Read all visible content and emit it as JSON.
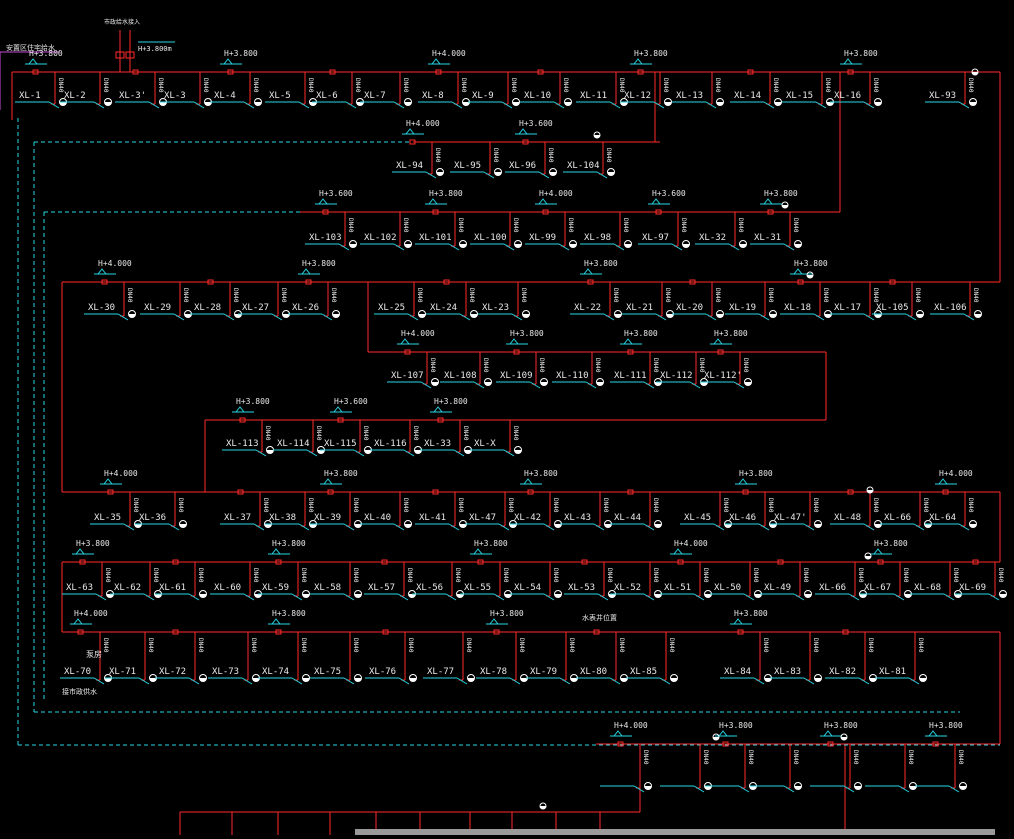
{
  "drawing": {
    "header_title": "安置区住宅给水",
    "top_note": "市政给水接入",
    "colors": {
      "background": "#000000",
      "pipe": "#ff2a2a",
      "leader": "#27d7e6",
      "dashed_main": "#27d7e6",
      "text": "#e8e8e8",
      "valve": "#ffffff",
      "bar": "#9a9a9a"
    },
    "elevation_labels": [
      "H+3.800",
      "H+3.800",
      "H+4.000",
      "H+3.800",
      "H+3.800",
      "H+4.000",
      "H+3.600",
      "H+3.600",
      "H+3.800",
      "H+4.000",
      "H+3.600",
      "H+3.800",
      "H+4.000",
      "H+3.800",
      "H+3.800",
      "H+3.800",
      "H+4.000",
      "H+3.800",
      "H+3.800",
      "H+3.800",
      "H+3.800",
      "H+3.600",
      "H+3.800",
      "H+4.000",
      "H+3.800",
      "H+3.800",
      "H+3.800",
      "H+4.000",
      "H+3.800",
      "H+3.800",
      "H+3.800",
      "H+4.000",
      "H+3.800",
      "H+4.000",
      "H+3.800",
      "H+3.800",
      "H+3.800",
      "H+4.000",
      "H+3.800",
      "H+3.800",
      "H+3.800"
    ],
    "xl_labels": [
      "XL-1",
      "XL-2",
      "XL-3'",
      "XL-3",
      "XL-4",
      "XL-5",
      "XL-6",
      "XL-7",
      "XL-8",
      "XL-9",
      "XL-10",
      "XL-11",
      "XL-12",
      "XL-13",
      "XL-14",
      "XL-15",
      "XL-16",
      "XL-93",
      "XL-94",
      "XL-95",
      "XL-96",
      "XL-104",
      "XL-103",
      "XL-102",
      "XL-101",
      "XL-100",
      "XL-99",
      "XL-98",
      "XL-97",
      "XL-32",
      "XL-31",
      "XL-30",
      "XL-29",
      "XL-28",
      "XL-27",
      "XL-26",
      "XL-25",
      "XL-24",
      "XL-23",
      "XL-22",
      "XL-21",
      "XL-20",
      "XL-19",
      "XL-18",
      "XL-17",
      "XL-105",
      "XL-106",
      "XL-107",
      "XL-108",
      "XL-109",
      "XL-110",
      "XL-111",
      "XL-112",
      "XL-112'",
      "XL-113",
      "XL-114",
      "XL-115",
      "XL-116",
      "XL-33",
      "XL-X",
      "XL-35",
      "XL-36",
      "XL-37",
      "XL-38",
      "XL-39",
      "XL-40",
      "XL-41",
      "XL-47",
      "XL-42",
      "XL-43",
      "XL-44",
      "XL-45",
      "XL-46",
      "XL-47'",
      "XL-48",
      "XL-66",
      "XL-64",
      "XL-63",
      "XL-62",
      "XL-61",
      "XL-60",
      "XL-59",
      "XL-58",
      "XL-57",
      "XL-56",
      "XL-55",
      "XL-54",
      "XL-53",
      "XL-52",
      "XL-51",
      "XL-50",
      "XL-49",
      "XL-66",
      "XL-67",
      "XL-68",
      "XL-69",
      "XL-70",
      "XL-71",
      "XL-72",
      "XL-73",
      "XL-74",
      "XL-75",
      "XL-76",
      "XL-77",
      "XL-78",
      "XL-79",
      "XL-80",
      "XL-85",
      "XL-84",
      "XL-83",
      "XL-82",
      "XL-81"
    ],
    "notes": {
      "left_note_1": "泵房",
      "left_note_2": "接市政供水",
      "mid_note": "水表井位置",
      "top_elev": "H+3.800m"
    }
  }
}
